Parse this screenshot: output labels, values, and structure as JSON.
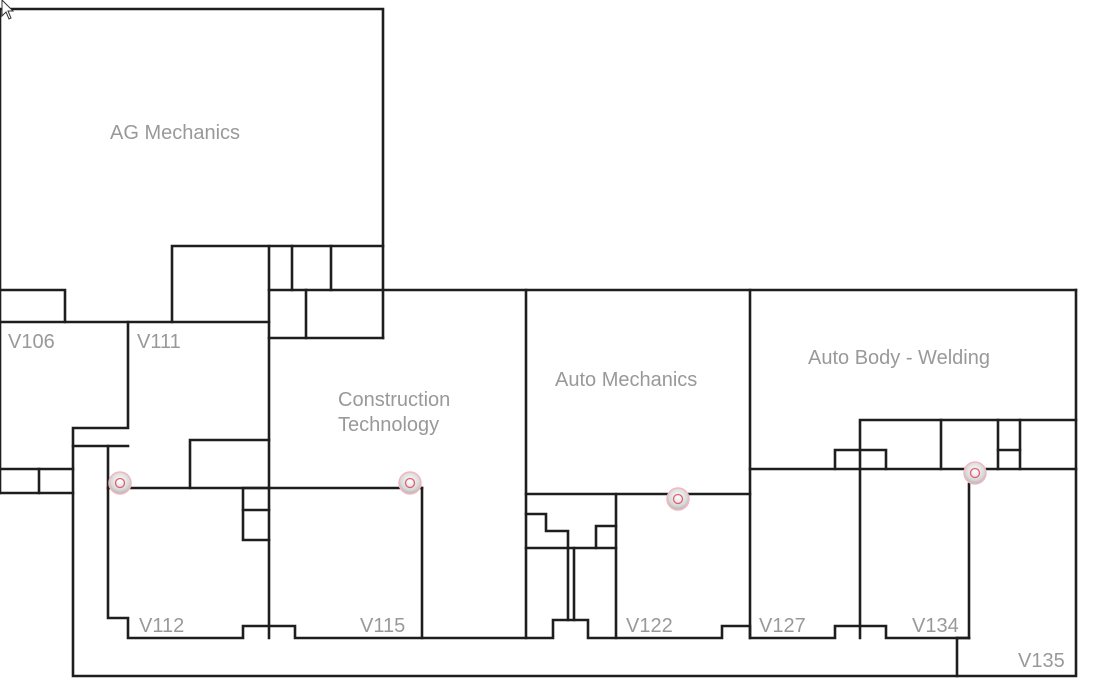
{
  "rooms": {
    "ag_mechanics": "AG Mechanics",
    "v106": "V106",
    "v111": "V111",
    "construction_1": "Construction",
    "construction_2": "Technology",
    "auto_mechanics": "Auto Mechanics",
    "auto_body": "Auto Body - Welding",
    "v112": "V112",
    "v115": "V115",
    "v122": "V122",
    "v127": "V127",
    "v134": "V134",
    "v135": "V135"
  },
  "markers": [
    {
      "id": "marker-v112",
      "color": "#e06070"
    },
    {
      "id": "marker-v115",
      "color": "#e06070"
    },
    {
      "id": "marker-v122",
      "color": "#e06070"
    },
    {
      "id": "marker-v134",
      "color": "#e06070"
    }
  ],
  "icons": {
    "cursor": "mouse-pointer-icon",
    "marker": "location-marker-icon"
  }
}
